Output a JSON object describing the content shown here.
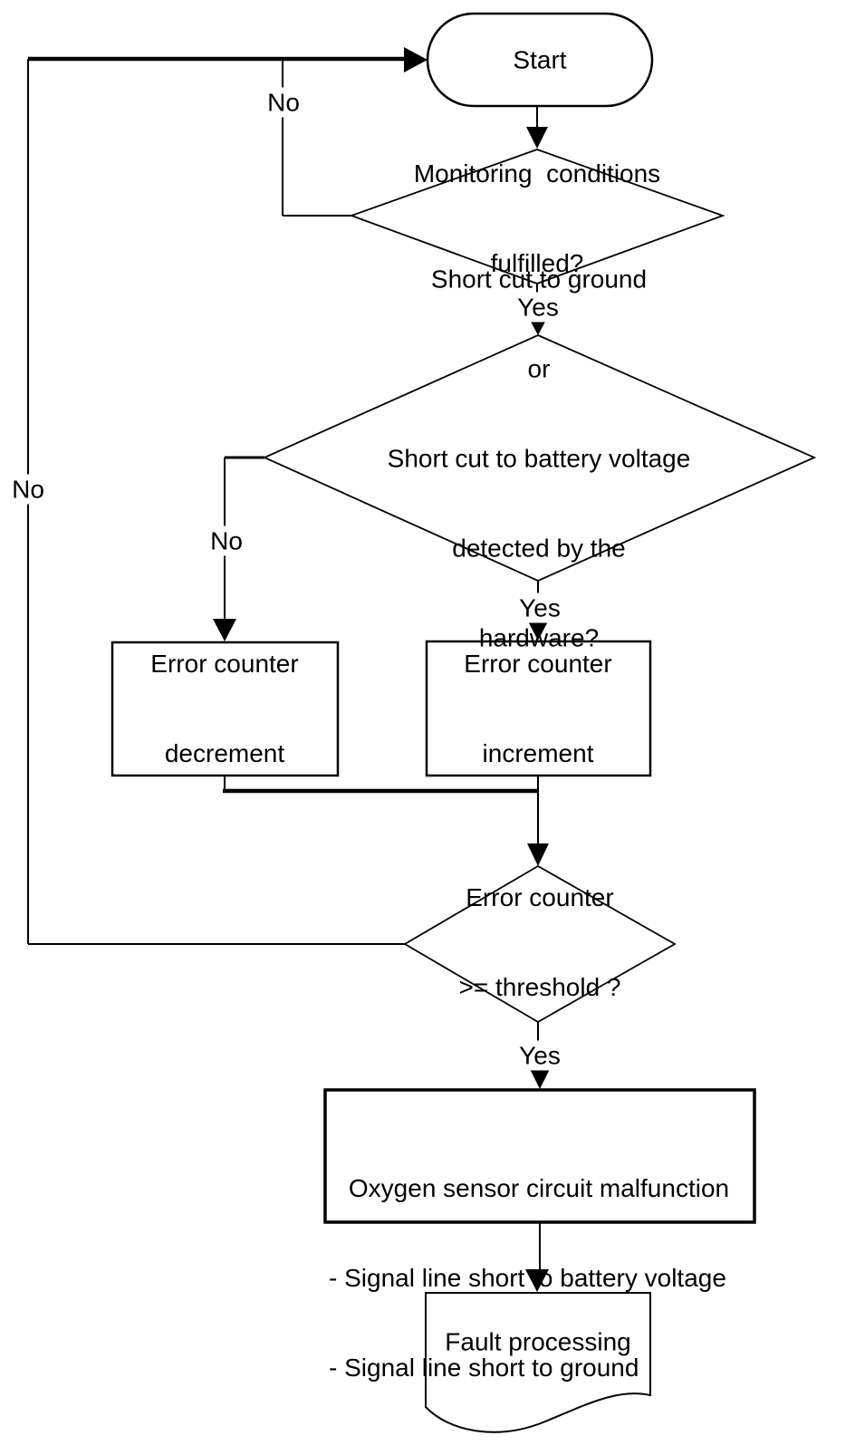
{
  "flowchart": {
    "nodes": {
      "start": {
        "type": "terminator",
        "label": "Start"
      },
      "monitoring": {
        "type": "decision",
        "lines": [
          "Monitoring  conditions",
          "fulfilled?"
        ]
      },
      "shortcut": {
        "type": "decision",
        "lines": [
          "Short cut to ground",
          "or",
          "Short cut to battery voltage",
          "detected by the",
          "hardware?"
        ]
      },
      "decrement": {
        "type": "process",
        "lines": [
          "Error counter",
          "decrement"
        ]
      },
      "increment": {
        "type": "process",
        "lines": [
          "Error counter",
          "increment"
        ]
      },
      "threshold": {
        "type": "decision",
        "lines": [
          "Error counter",
          ">= threshold ?"
        ]
      },
      "malfunction": {
        "type": "process",
        "lines": [
          "Oxygen sensor circuit malfunction",
          "- Signal line short to battery voltage",
          "- Signal line short to ground"
        ]
      },
      "fault": {
        "type": "document",
        "label": "Fault processing"
      }
    },
    "edge_labels": {
      "monitoring_no": "No",
      "monitoring_yes": "Yes",
      "shortcut_no": "No",
      "shortcut_yes": "Yes",
      "threshold_no": "No",
      "threshold_yes": "Yes"
    },
    "colors": {
      "stroke": "#000000",
      "background": "#ffffff",
      "text": "#000000"
    }
  }
}
